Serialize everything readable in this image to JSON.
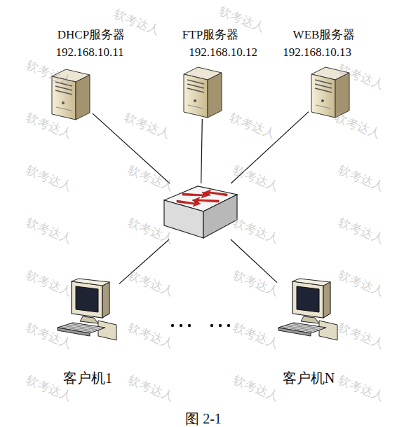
{
  "diagram": {
    "caption": "图 2-1",
    "nodes": [
      {
        "text": [
          "DHCP服务器",
          "192.168.10.11"
        ]
      },
      {
        "text": [
          "FTP服务器",
          "192.168.10.12"
        ]
      },
      {
        "text": [
          "WEB服务器",
          "192.168.10.13"
        ]
      },
      {
        "text": []
      },
      {
        "text": [
          "客户机1"
        ]
      },
      {
        "text": [
          "客户机N"
        ]
      }
    ],
    "edges": [
      {
        "from": 0,
        "to": 3,
        "arrow": "none"
      },
      {
        "from": 1,
        "to": 3,
        "arrow": "none"
      },
      {
        "from": 2,
        "to": 3,
        "arrow": "none"
      },
      {
        "from": 3,
        "to": 4,
        "arrow": "none"
      },
      {
        "from": 3,
        "to": 5,
        "arrow": "none"
      }
    ],
    "labels": [
      "软考达人",
      "软考达人",
      "软考达人",
      "软考达人",
      "软考达人",
      "软考达人",
      "软考达人",
      "软考达人",
      "软考达人",
      "软考达人",
      "软考达人",
      "软考达人",
      "软考达人",
      "软考达人",
      "软考达人",
      "软考达人",
      "软考达人",
      "软考达人",
      "软考达人",
      "软考达人",
      "软考达人",
      "软考达人",
      "软考达人",
      "软考达人",
      "软考达人",
      "软考达人",
      "软考达人",
      "软考达人"
    ]
  }
}
